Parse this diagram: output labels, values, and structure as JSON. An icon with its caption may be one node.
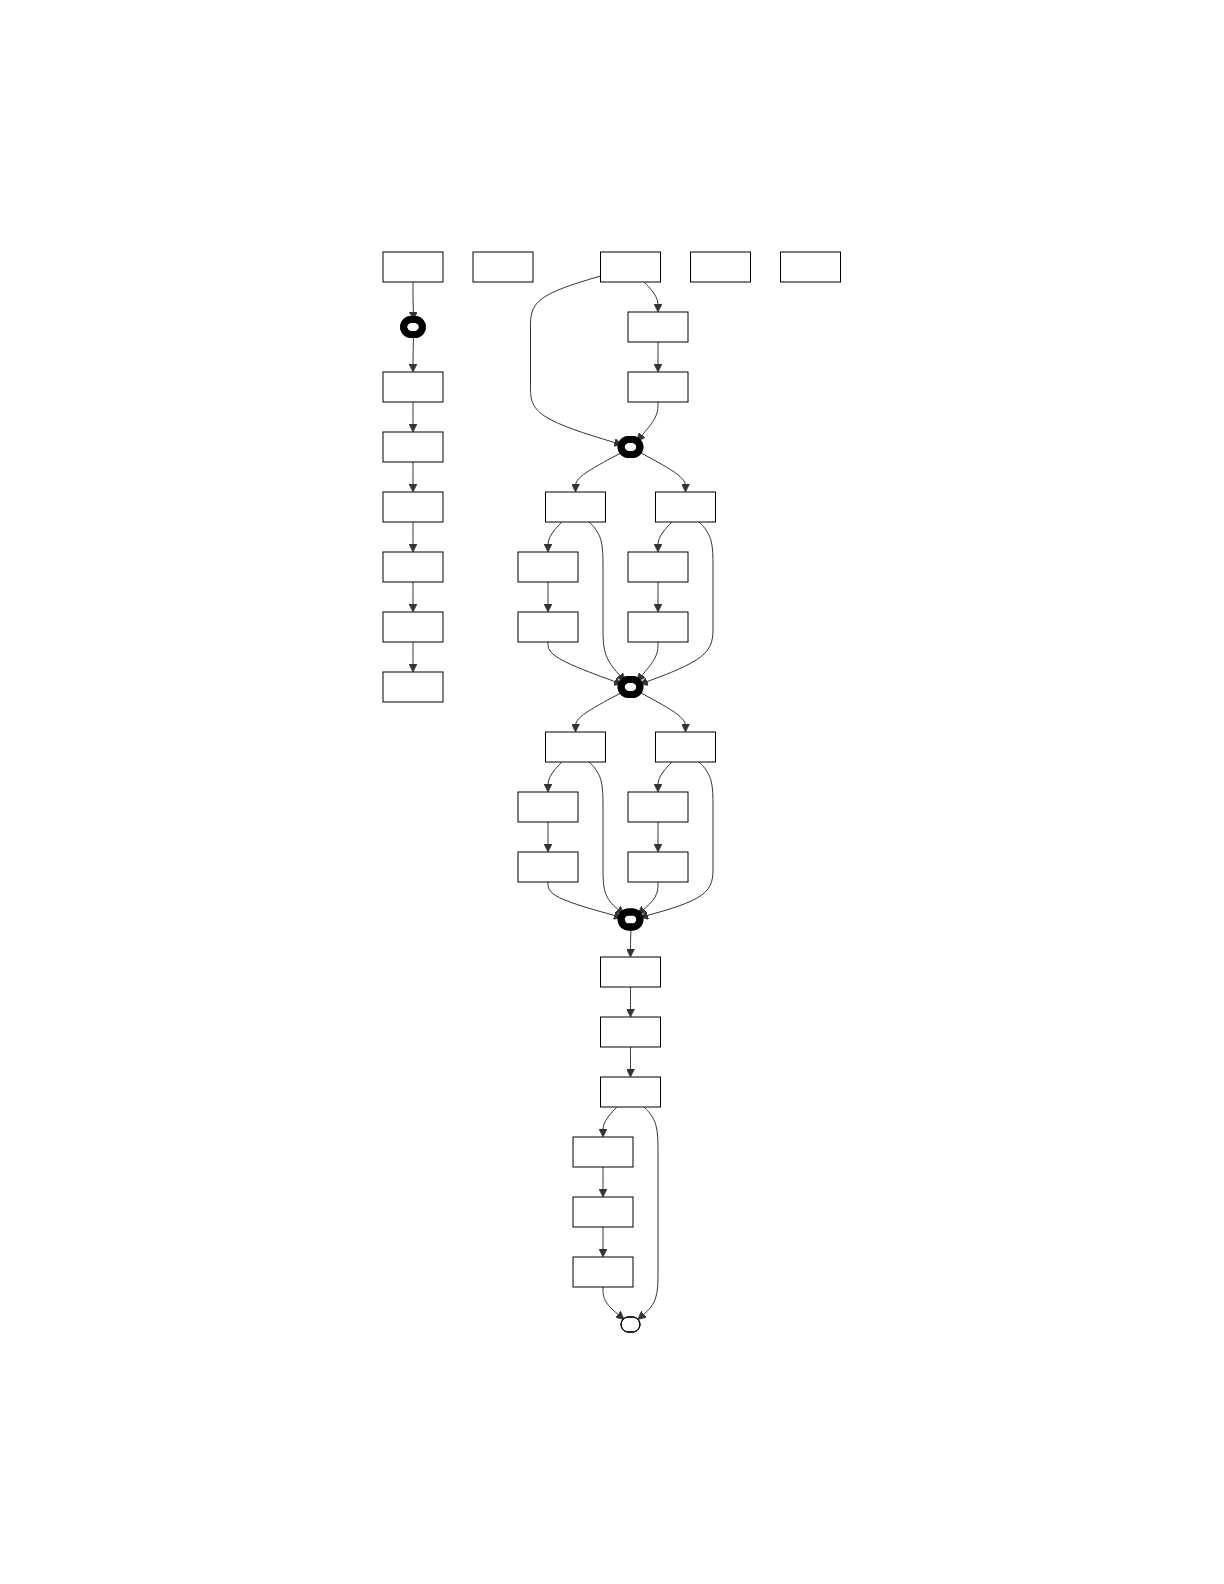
{
  "diagram": {
    "nodes": [
      {
        "text": [],
        "shape": "box"
      },
      {
        "text": [],
        "shape": "stadium"
      },
      {
        "text": [],
        "shape": "box"
      },
      {
        "text": [],
        "shape": "box"
      },
      {
        "text": [],
        "shape": "box"
      },
      {
        "text": [],
        "shape": "box"
      },
      {
        "text": [],
        "shape": "box"
      },
      {
        "text": [],
        "shape": "box"
      },
      {
        "text": [],
        "shape": "box"
      },
      {
        "text": [],
        "shape": "box"
      },
      {
        "text": [],
        "shape": "box"
      },
      {
        "text": [],
        "shape": "box"
      },
      {
        "text": [],
        "shape": "stadium"
      },
      {
        "text": [],
        "shape": "box"
      },
      {
        "text": [],
        "shape": "box"
      },
      {
        "text": [],
        "shape": "box"
      },
      {
        "text": [],
        "shape": "box"
      },
      {
        "text": [],
        "shape": "box"
      },
      {
        "text": [],
        "shape": "box"
      },
      {
        "text": [],
        "shape": "stadium"
      },
      {
        "text": [],
        "shape": "box"
      },
      {
        "text": [],
        "shape": "box"
      },
      {
        "text": [],
        "shape": "box"
      },
      {
        "text": [],
        "shape": "box"
      },
      {
        "text": [],
        "shape": "box"
      },
      {
        "text": [],
        "shape": "box"
      },
      {
        "text": [],
        "shape": "stadium"
      },
      {
        "text": [],
        "shape": "box"
      },
      {
        "text": [],
        "shape": "box"
      },
      {
        "text": [],
        "shape": "box"
      },
      {
        "text": [],
        "shape": "box"
      },
      {
        "text": [],
        "shape": "box"
      },
      {
        "text": [],
        "shape": "box"
      },
      {
        "text": [],
        "shape": "box"
      },
      {
        "text": [],
        "shape": "box"
      },
      {
        "text": [],
        "shape": "stadium"
      }
    ],
    "edges": [
      {
        "from": 0,
        "to": 1,
        "arrow": "to"
      },
      {
        "from": 1,
        "to": 2,
        "arrow": "to"
      },
      {
        "from": 2,
        "to": 3,
        "arrow": "to"
      },
      {
        "from": 3,
        "to": 4,
        "arrow": "to"
      },
      {
        "from": 4,
        "to": 5,
        "arrow": "to"
      },
      {
        "from": 5,
        "to": 6,
        "arrow": "to"
      },
      {
        "from": 6,
        "to": 7,
        "arrow": "to"
      },
      {
        "from": 9,
        "to": 12,
        "arrow": "to"
      },
      {
        "from": 9,
        "to": 10,
        "arrow": "to"
      },
      {
        "from": 10,
        "to": 11,
        "arrow": "to"
      },
      {
        "from": 11,
        "to": 12,
        "arrow": "to"
      },
      {
        "from": 12,
        "to": 13,
        "arrow": "to"
      },
      {
        "from": 12,
        "to": 16,
        "arrow": "to"
      },
      {
        "from": 13,
        "to": 14,
        "arrow": "to"
      },
      {
        "from": 14,
        "to": 15,
        "arrow": "to"
      },
      {
        "from": 15,
        "to": 19,
        "arrow": "to"
      },
      {
        "from": 13,
        "to": 19,
        "arrow": "to"
      },
      {
        "from": 16,
        "to": 17,
        "arrow": "to"
      },
      {
        "from": 17,
        "to": 18,
        "arrow": "to"
      },
      {
        "from": 18,
        "to": 19,
        "arrow": "to"
      },
      {
        "from": 16,
        "to": 19,
        "arrow": "to"
      },
      {
        "from": 19,
        "to": 20,
        "arrow": "to"
      },
      {
        "from": 19,
        "to": 23,
        "arrow": "to"
      },
      {
        "from": 20,
        "to": 21,
        "arrow": "to"
      },
      {
        "from": 21,
        "to": 22,
        "arrow": "to"
      },
      {
        "from": 22,
        "to": 26,
        "arrow": "to"
      },
      {
        "from": 20,
        "to": 26,
        "arrow": "to"
      },
      {
        "from": 23,
        "to": 24,
        "arrow": "to"
      },
      {
        "from": 24,
        "to": 25,
        "arrow": "to"
      },
      {
        "from": 25,
        "to": 26,
        "arrow": "to"
      },
      {
        "from": 23,
        "to": 26,
        "arrow": "to"
      },
      {
        "from": 26,
        "to": 28,
        "arrow": "to"
      },
      {
        "from": 28,
        "to": 30,
        "arrow": "to"
      },
      {
        "from": 30,
        "to": 31,
        "arrow": "to"
      },
      {
        "from": 31,
        "to": 32,
        "arrow": "to"
      },
      {
        "from": 32,
        "to": 33,
        "arrow": "to"
      },
      {
        "from": 33,
        "to": 34,
        "arrow": "to"
      },
      {
        "from": 34,
        "to": 35,
        "arrow": "to"
      },
      {
        "from": 31,
        "to": 35,
        "arrow": "to"
      }
    ]
  }
}
